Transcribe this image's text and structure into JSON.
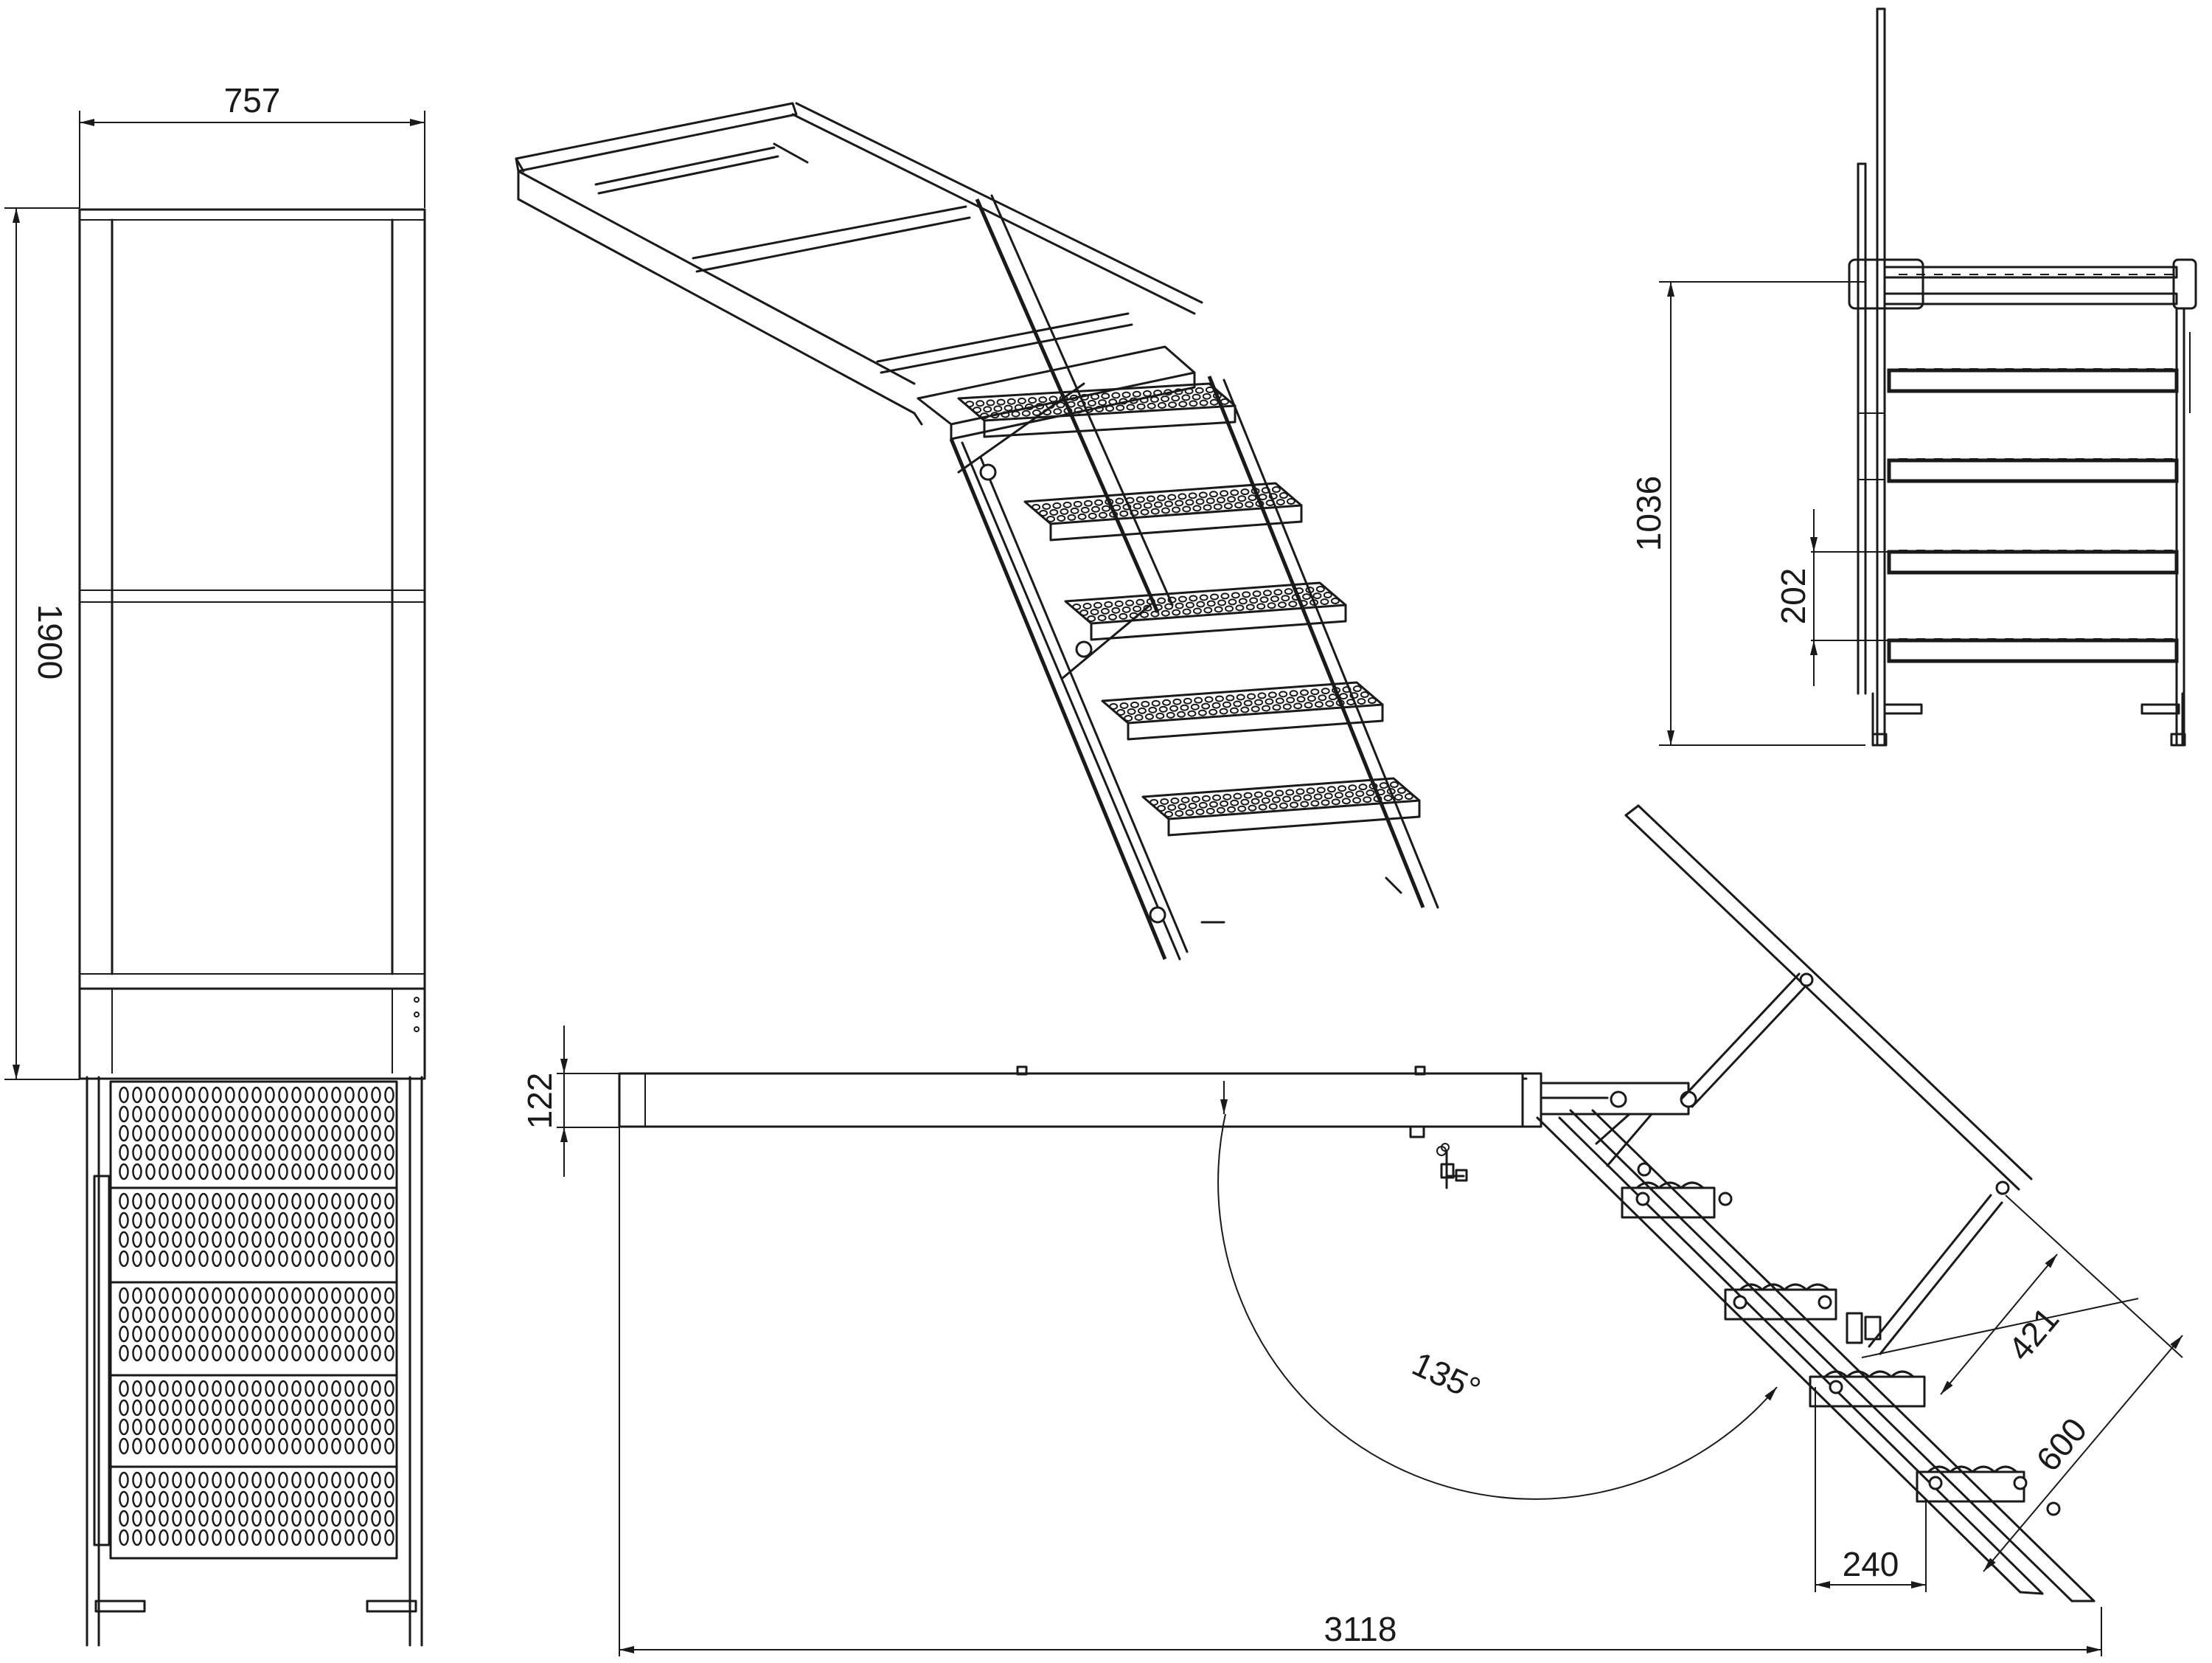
{
  "dimensions": {
    "front_width": "757",
    "front_height": "1900",
    "side_height": "1036",
    "step_rise": "202",
    "profile_height": "122",
    "angle": "135°",
    "handrail_offset": "421",
    "handrail_length": "600",
    "step_depth": "240",
    "total_length": "3118"
  },
  "colors": {
    "line": "#1a1a1a",
    "background": "#ffffff"
  }
}
